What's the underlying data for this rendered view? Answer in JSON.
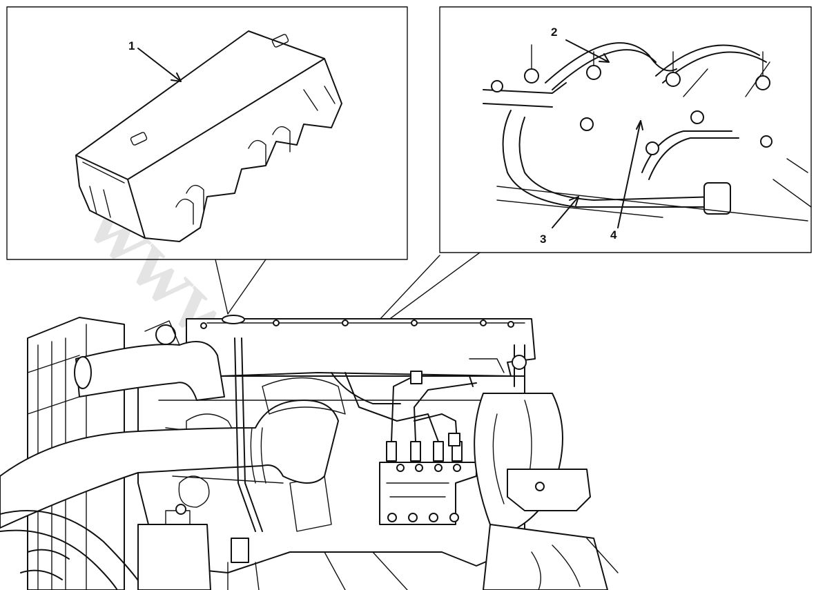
{
  "callouts": {
    "c1": "1",
    "c2": "2",
    "c3": "3",
    "c4": "4"
  },
  "watermark": {
    "text": "www.car"
  },
  "colors": {
    "ink": "#111111",
    "paper": "#ffffff",
    "watermark": "#cfcfcf"
  }
}
